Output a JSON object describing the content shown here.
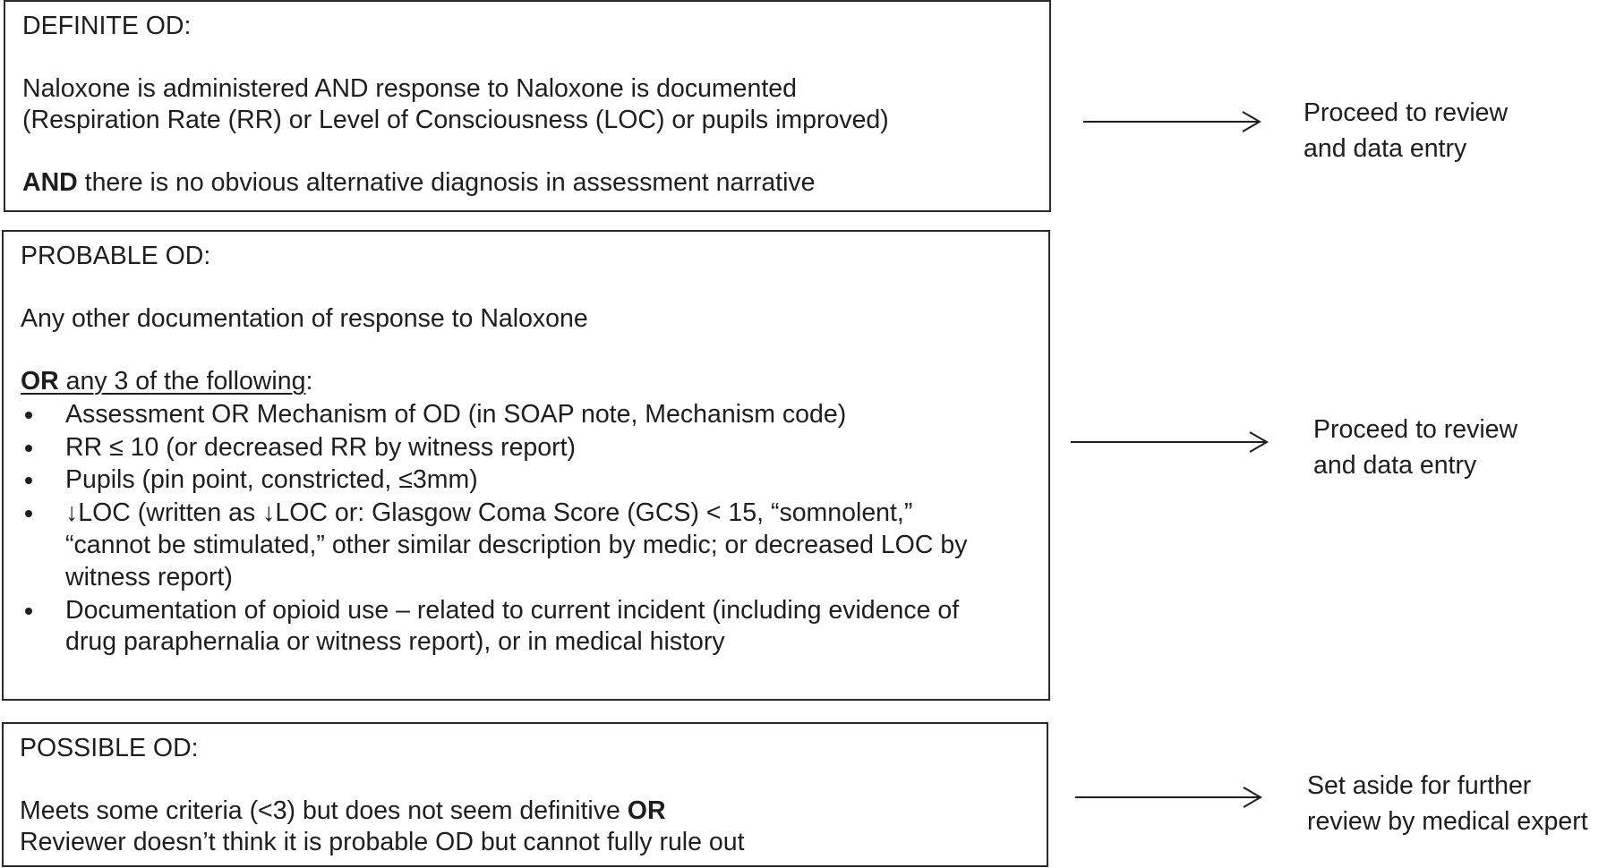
{
  "definite": {
    "heading": "DEFINITE OD:",
    "line1": "Naloxone is administered AND response to Naloxone is documented",
    "line2": "(Respiration Rate (RR) or Level of Consciousness (LOC) or pupils improved)",
    "line3_bold": "AND",
    "line3_rest": " there is no obvious alternative diagnosis in assessment narrative",
    "outcome_line1": "Proceed to review",
    "outcome_line2": "and data entry"
  },
  "probable": {
    "heading": "PROBABLE OD:",
    "line1": "Any other documentation of response to Naloxone",
    "or_bold": "OR",
    "or_rest": " any 3 of the following",
    "or_colon": ":",
    "bullets": [
      "Assessment OR Mechanism of OD (in SOAP note, Mechanism code)",
      "RR ≤ 10 (or decreased RR by witness report)",
      "Pupils (pin point, constricted, ≤3mm)",
      "↓LOC (written as ↓LOC or: Glasgow Coma Score (GCS) < 15, “somnolent,”",
      "“cannot be stimulated,” other similar description by medic; or decreased LOC by",
      "witness report)",
      "Documentation of opioid use – related to current incident (including evidence of",
      "drug paraphernalia or witness report), or in medical history"
    ],
    "outcome_line1": "Proceed to review",
    "outcome_line2": "and data entry"
  },
  "possible": {
    "heading": "POSSIBLE OD:",
    "line1_rest": "Meets some criteria (<3) but does not seem definitive ",
    "line1_bold": "OR",
    "line2": "Reviewer doesn’t think it is probable OD but cannot fully rule out",
    "outcome_line1": "Set aside for further",
    "outcome_line2": "review by medical expert"
  },
  "colors": {
    "text": "#1e1e1e",
    "border": "#2a2a2a",
    "background": "#ffffff"
  }
}
